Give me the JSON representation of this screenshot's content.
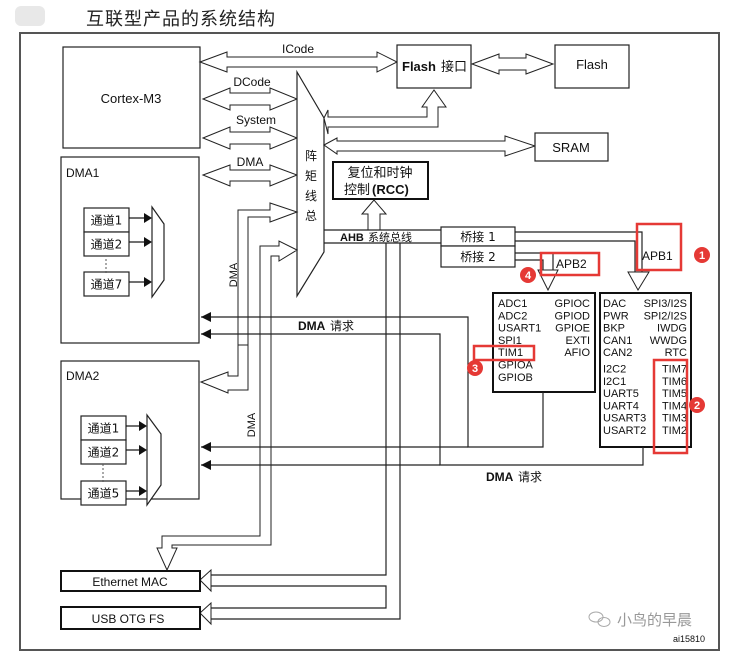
{
  "page": {
    "title": "互联型产品的系统结构"
  },
  "blocks": {
    "cortex": "Cortex-M3",
    "flash_if_a": "Flash",
    "flash_if_b": "接口",
    "flash": "Flash",
    "sram": "SRAM",
    "rcc_line1": "复位和时钟",
    "rcc_line2_cn": "控制",
    "rcc_line2_en": "(RCC)",
    "dma1": "DMA1",
    "dma2": "DMA2",
    "bus_matrix": [
      "阵",
      "矩",
      "线",
      "总"
    ],
    "ahb_en": "AHB",
    "ahb_cn": "系统总线",
    "bridge1": "桥接 1",
    "bridge2": "桥接 2",
    "apb1": "APB1",
    "apb2": "APB2",
    "ethernet": "Ethernet MAC",
    "usb": "USB OTG FS"
  },
  "bus_labels": {
    "icode": "ICode",
    "dcode": "DCode",
    "system": "System",
    "dma": "DMA",
    "dma_vert1": "DMA",
    "dma_vert2": "DMA",
    "dma_req1_en": "DMA",
    "dma_req1_cn": "请求",
    "dma_req2_en": "DMA",
    "dma_req2_cn": "请求"
  },
  "dma1_channels": [
    "通道1",
    "通道2",
    "通道7"
  ],
  "dma2_channels": [
    "通道1",
    "通道2",
    "通道5"
  ],
  "apb2_peripherals": {
    "left": [
      "ADC1",
      "ADC2",
      "USART1",
      "SPI1",
      "TIM1",
      "GPIOA",
      "GPIOB"
    ],
    "right": [
      "GPIOC",
      "GPIOD",
      "GPIOE",
      "EXTI",
      "AFIO"
    ]
  },
  "apb1_peripherals": {
    "left": [
      "DAC",
      "PWR",
      "BKP",
      "CAN1",
      "CAN2",
      "I2C2",
      "I2C1",
      "UART5",
      "UART4",
      "USART3",
      "USART2"
    ],
    "right": [
      "SPI3/I2S",
      "SPI2/I2S",
      "IWDG",
      "WWDG",
      "RTC",
      "TIM7",
      "TIM6",
      "TIM5",
      "TIM4",
      "TIM3",
      "TIM2"
    ]
  },
  "annotations": {
    "badge1": "1",
    "badge2": "2",
    "badge3": "3",
    "badge4": "4"
  },
  "colors": {
    "highlight": "#e53935"
  },
  "watermark": {
    "name": "小鸟的早晨",
    "id": "ai15810"
  }
}
